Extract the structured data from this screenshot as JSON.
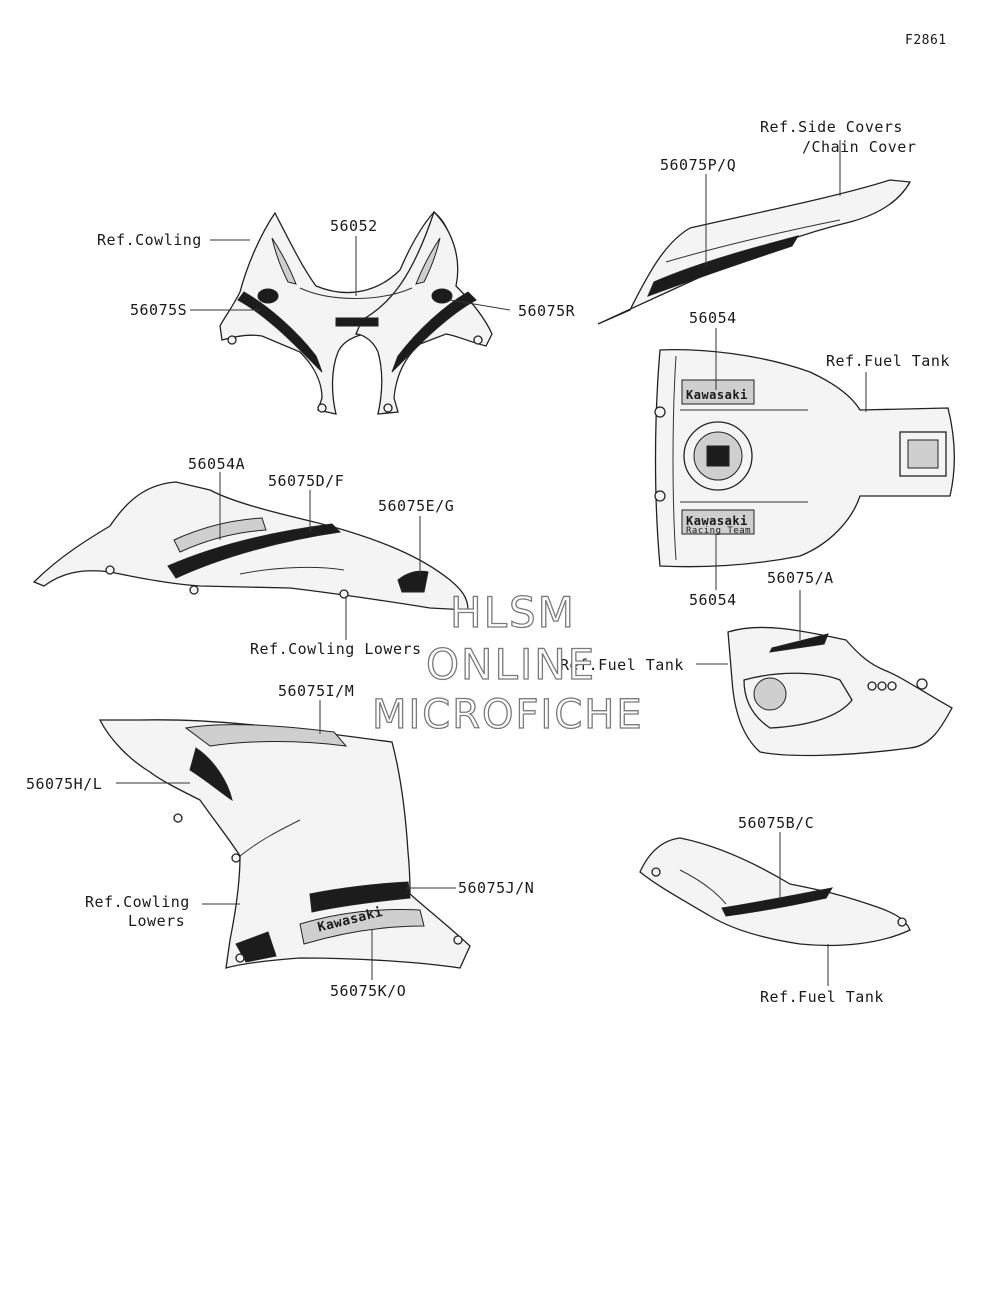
{
  "diagram_code": "F2861",
  "watermark": {
    "line1": "HLSM",
    "line2": "ONLINE",
    "line3": "MICROFICHE"
  },
  "callouts": {
    "ref_side_covers_1": "Ref.Side Covers",
    "ref_side_covers_2": "/Chain Cover",
    "p56075PQ": "56075P/Q",
    "ref_cowling": "Ref.Cowling",
    "p56052": "56052",
    "p56075S": "56075S",
    "p56075R": "56075R",
    "p56054_top": "56054",
    "ref_fuel_tank_top": "Ref.Fuel Tank",
    "p56054A": "56054A",
    "p56075DF": "56075D/F",
    "p56075EG": "56075E/G",
    "p56054_bottom": "56054",
    "p56075A": "56075/A",
    "ref_cowling_lowers_mid": "Ref.Cowling Lowers",
    "ref_fuel_tank_mid": "Ref.Fuel Tank",
    "p56075IM": "56075I/M",
    "p56075HL": "56075H/L",
    "p56075BC": "56075B/C",
    "ref_cowling_lowers_1": "Ref.Cowling",
    "ref_cowling_lowers_2": "Lowers",
    "p56075JN": "56075J/N",
    "p56075KO": "56075K/O",
    "ref_fuel_tank_bottom": "Ref.Fuel Tank"
  },
  "decal_text": {
    "kawasaki": "Kawasaki",
    "racing_team": "Racing Team"
  }
}
